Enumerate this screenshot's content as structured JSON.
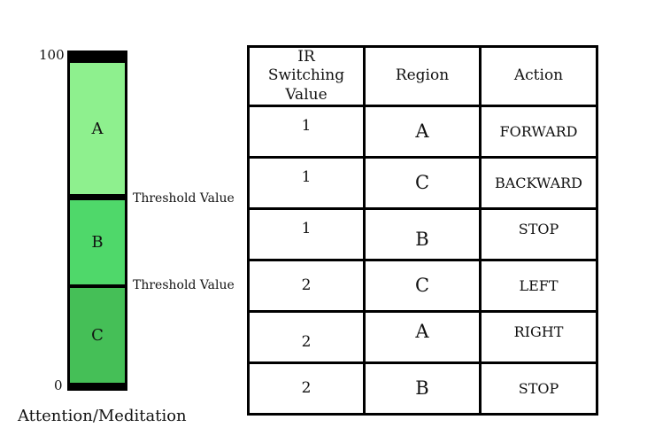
{
  "scale": {
    "top_label": "100",
    "bottom_label": "0",
    "axis_title": "Attention/Meditation",
    "threshold_label": "Threshold Value",
    "segments": [
      {
        "label": "A",
        "color": "#8ef08e"
      },
      {
        "label": "B",
        "color": "#4fd86a"
      },
      {
        "label": "C",
        "color": "#45bf57"
      }
    ]
  },
  "table": {
    "headers": [
      "IR Switching Value",
      "Region",
      "Action"
    ],
    "rows": [
      {
        "ir": "1",
        "region": "A",
        "action": "FORWARD"
      },
      {
        "ir": "1",
        "region": "C",
        "action": "BACKWARD"
      },
      {
        "ir": "1",
        "region": "B",
        "action": "STOP"
      },
      {
        "ir": "2",
        "region": "C",
        "action": "LEFT"
      },
      {
        "ir": "2",
        "region": "A",
        "action": "RIGHT"
      },
      {
        "ir": "2",
        "region": "B",
        "action": "STOP"
      }
    ]
  }
}
